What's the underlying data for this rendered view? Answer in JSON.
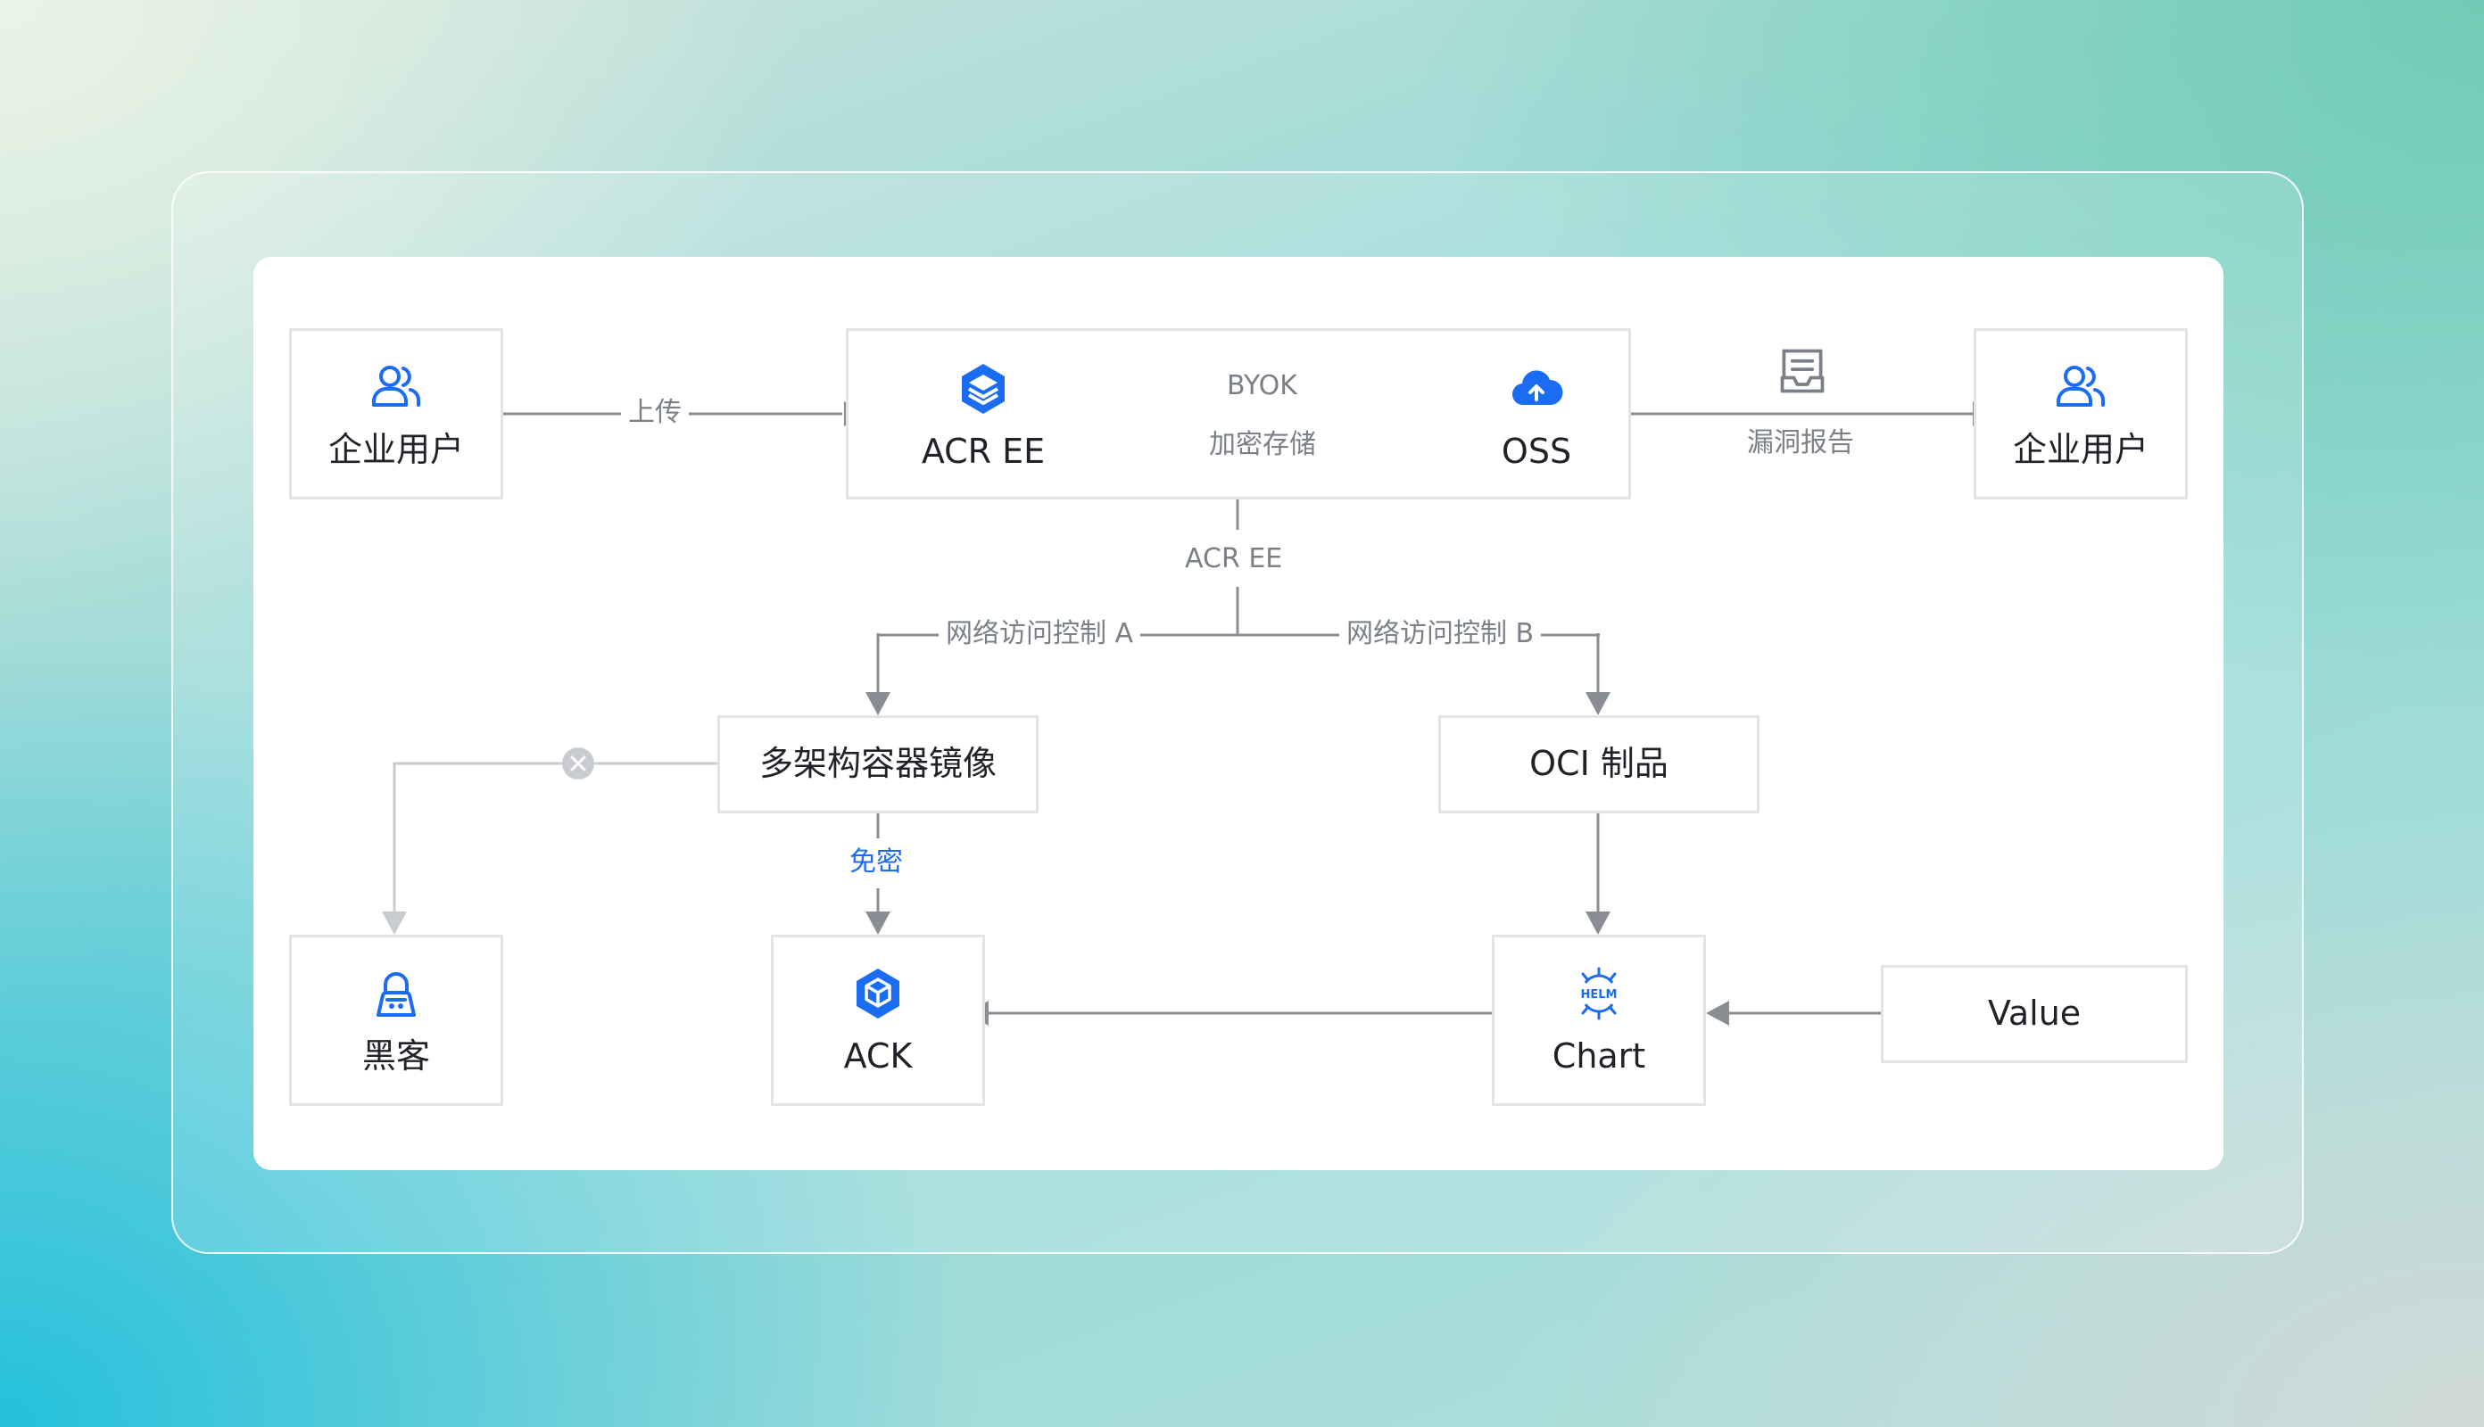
{
  "nodes": {
    "enterprise_user_left": "企业用户",
    "acr_ee": "ACR EE",
    "oss": "OSS",
    "enterprise_user_right": "企业用户",
    "multi_arch_image": "多架构容器镜像",
    "oci_artifact": "OCI 制品",
    "hacker": "黑客",
    "ack": "ACK",
    "chart": "Chart",
    "value": "Value"
  },
  "edges": {
    "upload": "上传",
    "byok": "BYOK",
    "encrypted_storage": "加密存储",
    "vuln_report": "漏洞报告",
    "acr_ee_branch": "ACR EE",
    "network_acl_a": "网络访问控制 A",
    "network_acl_b": "网络访问控制 B",
    "passwordless": "免密"
  },
  "icons": {
    "user": "users-icon",
    "acr": "acr-layers-icon",
    "oss": "cloud-upload-icon",
    "report": "report-inbox-icon",
    "hacker": "hacker-icon",
    "ack": "ack-cube-icon",
    "helm": "helm-icon",
    "blocked": "blocked-x-icon"
  },
  "colors": {
    "accent": "#1a6cf2",
    "line": "#8a8e94",
    "blocked_line": "#c8cbd0",
    "node_border": "#e2e4e8"
  }
}
